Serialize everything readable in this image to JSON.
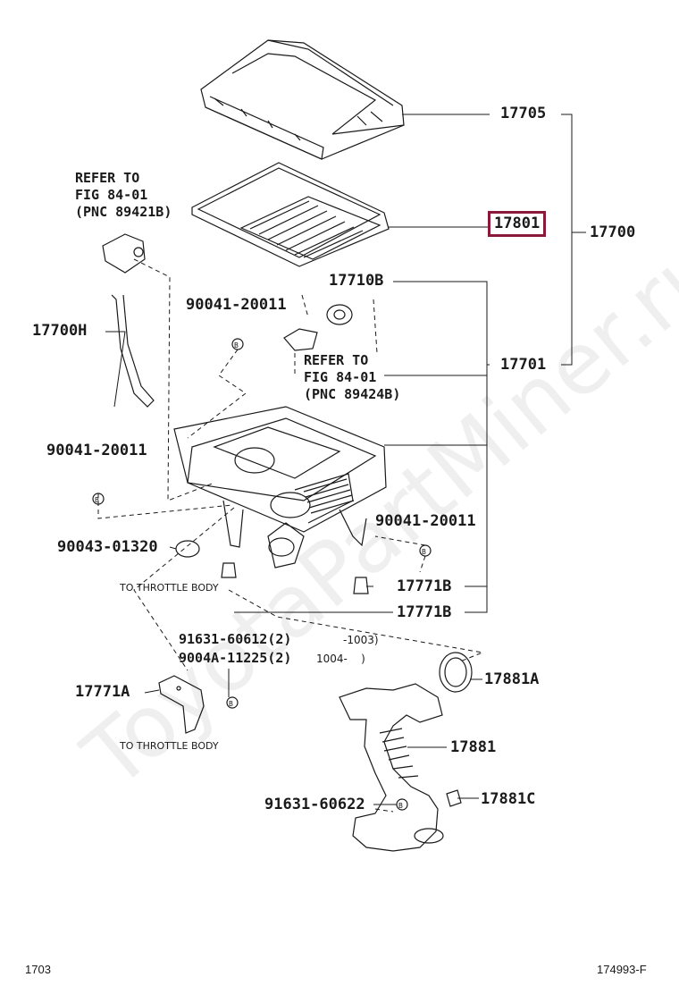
{
  "labels": {
    "p17705": "17705",
    "p17801": "17801",
    "p17700": "17700",
    "p17701": "17701",
    "p17710B": "17710B",
    "p17700H": "17700H",
    "p90041_a": "90041-20011",
    "p90041_b": "90041-20011",
    "p90041_c": "90041-20011",
    "p90043": "90043-01320",
    "p17771B_a": "17771B",
    "p17771B_b": "17771B",
    "p17771A": "17771A",
    "p91631_60612": "91631-60612(2)",
    "p9004A_11225": "9004A-11225(2)",
    "range1": "-1003)",
    "range2": "1004-    )",
    "p17881A": "17881A",
    "p17881": "17881",
    "p17881C": "17881C",
    "p91631_60622": "91631-60622"
  },
  "refs": {
    "ref1": "REFER TO\nFIG 84-01\n(PNC 89421B)",
    "ref2": "REFER TO\nFIG 84-01\n(PNC 89424B)"
  },
  "notes": {
    "throttle1": "TO THROTTLE BODY",
    "throttle2": "TO THROTTLE BODY"
  },
  "footer": {
    "left": "1703",
    "right": "174993-F"
  },
  "watermark": "ToyotaPartMiner.ru",
  "colors": {
    "highlight": "#8b1a3a",
    "line": "#1a1a1a"
  }
}
